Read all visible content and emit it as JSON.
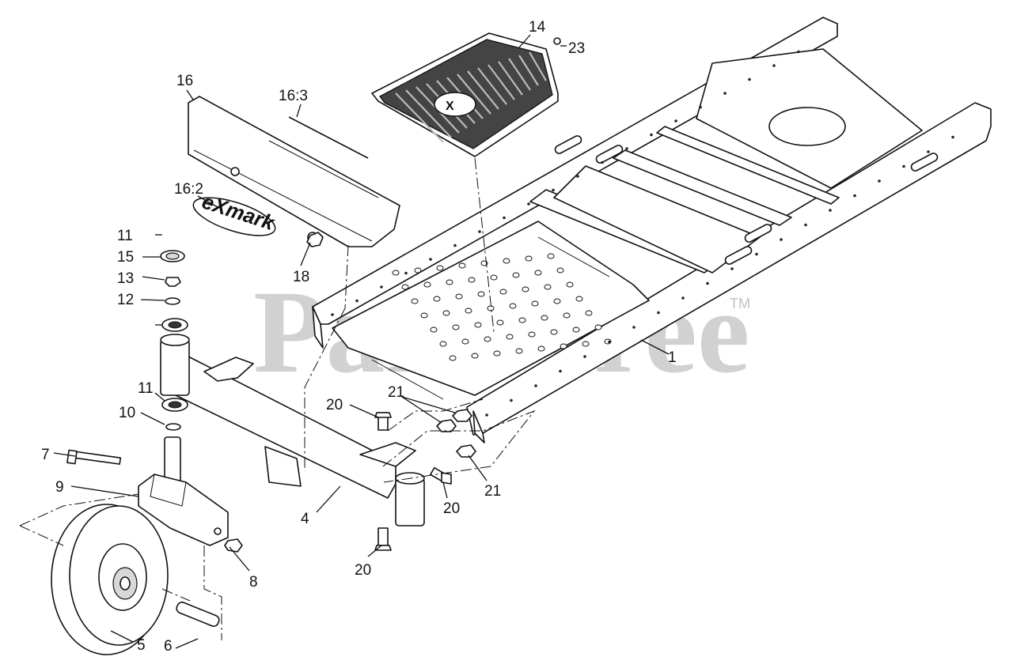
{
  "watermark": {
    "text": "PartsTree",
    "tm": "TM"
  },
  "decal": {
    "text": "eXmark"
  },
  "callouts": {
    "c1": "1",
    "c4": "4",
    "c5": "5",
    "c6": "6",
    "c7": "7",
    "c8": "8",
    "c9": "9",
    "c10": "10",
    "c11a": "11",
    "c11b": "11",
    "c12": "12",
    "c13": "13",
    "c14": "14",
    "c15": "15",
    "c16": "16",
    "c16_2": "16:2",
    "c16_3": "16:3",
    "c18": "18",
    "c20a": "20",
    "c20b": "20",
    "c20c": "20",
    "c21a": "21",
    "c21b": "21",
    "c23": "23"
  }
}
